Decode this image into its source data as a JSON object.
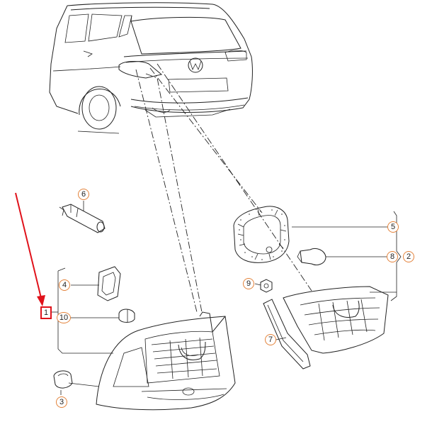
{
  "callouts": [
    {
      "id": "c1",
      "label": "1"
    },
    {
      "id": "c2",
      "label": "2"
    },
    {
      "id": "c3",
      "label": "3"
    },
    {
      "id": "c4",
      "label": "4"
    },
    {
      "id": "c5",
      "label": "5"
    },
    {
      "id": "c6",
      "label": "6"
    },
    {
      "id": "c7",
      "label": "7"
    },
    {
      "id": "c8",
      "label": "8"
    },
    {
      "id": "c9",
      "label": "9"
    },
    {
      "id": "c10",
      "label": "10"
    }
  ],
  "highlight": {
    "label": "1",
    "color": "#e0121b"
  },
  "colors": {
    "callout_ring": "#e3823a",
    "line": "#222222",
    "arrow": "#e0121b"
  },
  "logo": "VW"
}
